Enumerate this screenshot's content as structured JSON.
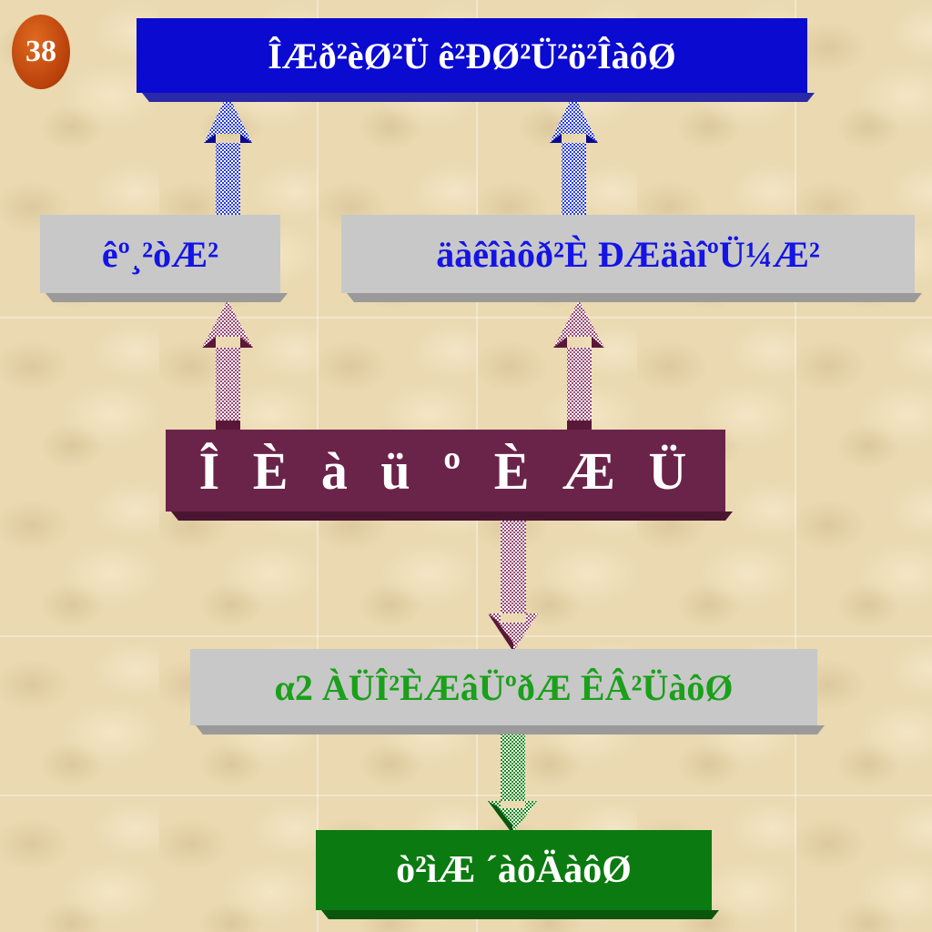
{
  "slide_number": "38",
  "top_box": {
    "label": "ÎÆð²èØ²Ü ê²ÐØ²Ü²ö²ÎàôØ"
  },
  "left_box": {
    "label": "êº¸²òÆ²"
  },
  "right_box": {
    "label": "äàêîàôð²È ÐÆäàîºÜ¼Æ²"
  },
  "center_box": {
    "label": "Î È à ü º È Æ Ü"
  },
  "green_box": {
    "label": "α2 ÀÜÎ²ÈÆâÜºðÆ ÊÂ²ÜàôØ"
  },
  "bottom_box": {
    "label": "ò²ìÆ ´àôÄàôØ"
  },
  "colors": {
    "title_blue": "#0a0ad0",
    "label_blue": "#1414e6",
    "center_purple": "#6b2449",
    "label_green": "#1aa01a",
    "bottom_green": "#0b7a10",
    "gray_box": "#c8c8c8",
    "badge_orange": "#c8500f"
  }
}
